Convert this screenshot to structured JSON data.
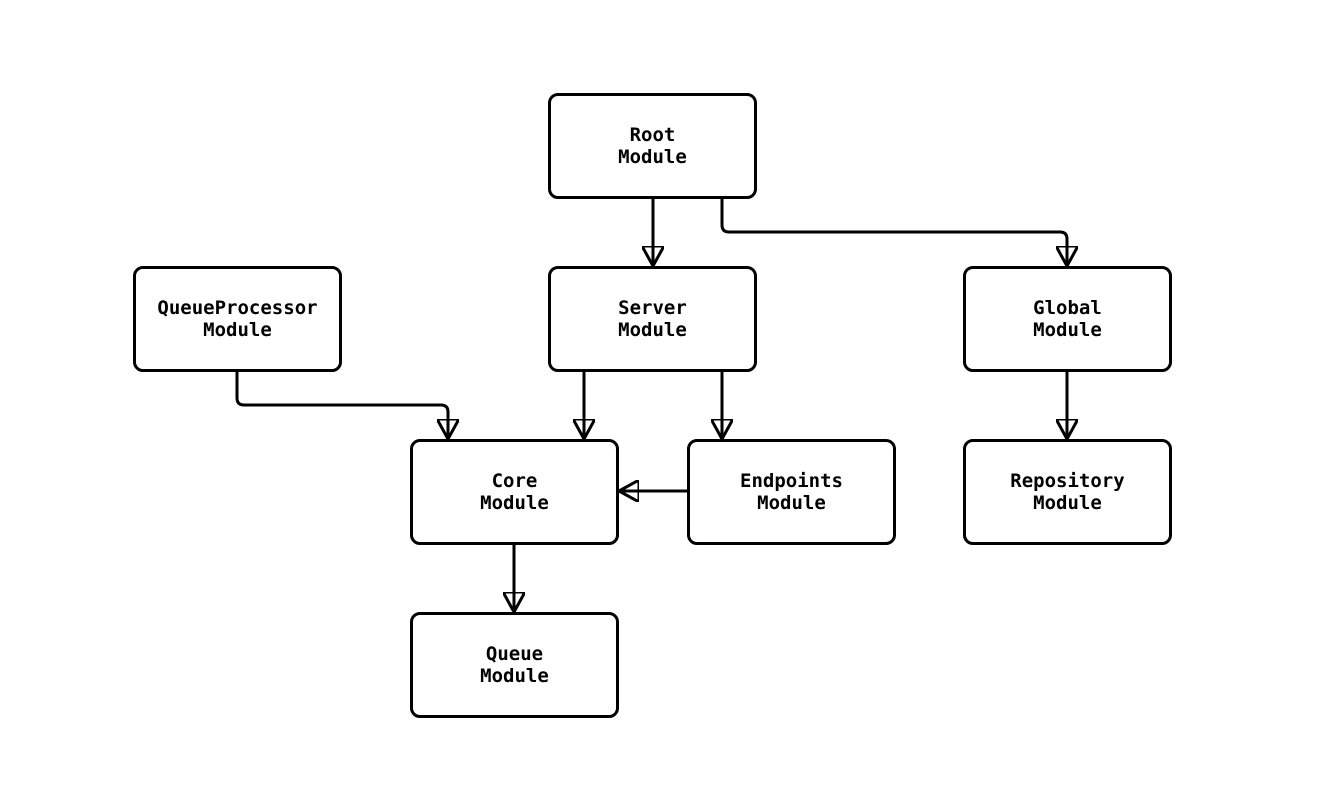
{
  "diagram": {
    "colors": {
      "stroke": "#000000",
      "node_fill": "#ffffff",
      "background": "#ffffff",
      "text": "#000000"
    },
    "nodes": {
      "root": {
        "line1": "Root",
        "line2": "Module"
      },
      "queueprocessor": {
        "line1": "QueueProcessor",
        "line2": "Module"
      },
      "server": {
        "line1": "Server",
        "line2": "Module"
      },
      "global": {
        "line1": "Global",
        "line2": "Module"
      },
      "core": {
        "line1": "Core",
        "line2": "Module"
      },
      "endpoints": {
        "line1": "Endpoints",
        "line2": "Module"
      },
      "repository": {
        "line1": "Repository",
        "line2": "Module"
      },
      "queue": {
        "line1": "Queue",
        "line2": "Module"
      }
    },
    "edges": [
      {
        "from": "root",
        "to": "server"
      },
      {
        "from": "root",
        "to": "global"
      },
      {
        "from": "queueprocessor",
        "to": "core"
      },
      {
        "from": "server",
        "to": "core"
      },
      {
        "from": "server",
        "to": "endpoints"
      },
      {
        "from": "endpoints",
        "to": "core"
      },
      {
        "from": "global",
        "to": "repository"
      },
      {
        "from": "core",
        "to": "queue"
      }
    ]
  }
}
